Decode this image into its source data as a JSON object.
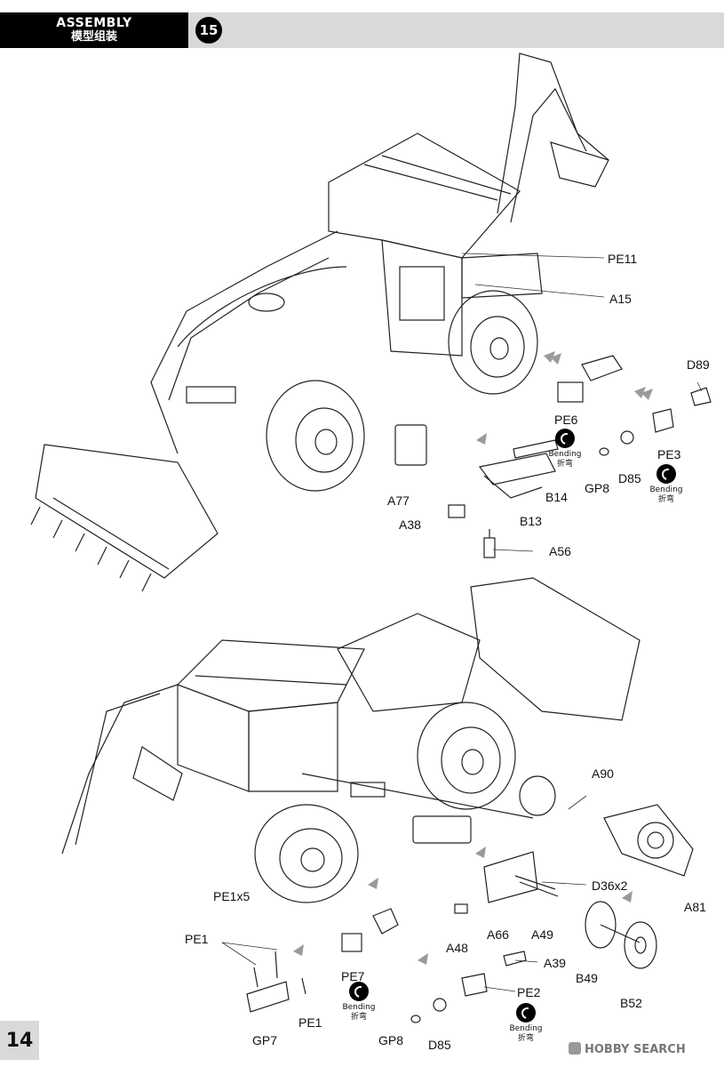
{
  "header": {
    "title": "ASSEMBLY",
    "subtitle": "模型组装",
    "step": "15"
  },
  "page_number": "14",
  "watermark": "HOBBY SEARCH",
  "bending": {
    "en": "Bending",
    "zh": "折弯"
  },
  "top_section": {
    "labels": [
      "PE11",
      "A15",
      "D89",
      "PE6",
      "PE3",
      "GP8",
      "D85",
      "A77",
      "B14",
      "B13",
      "A38",
      "A56"
    ]
  },
  "bottom_section": {
    "labels": [
      "A90",
      "D36x2",
      "PE1x5",
      "A81",
      "A48",
      "A66",
      "A49",
      "PE1",
      "PE7",
      "A39",
      "PE2",
      "B49",
      "B52",
      "PE1",
      "GP7",
      "GP8",
      "D85"
    ]
  }
}
